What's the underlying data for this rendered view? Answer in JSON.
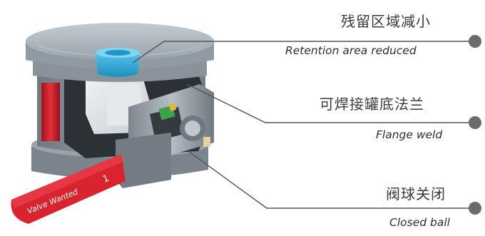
{
  "callouts": [
    {
      "zh": "残留区域减小",
      "en": "Retention area reduced"
    },
    {
      "zh": "可焊接罐底法兰",
      "en": "Flange weld"
    },
    {
      "zh": "阀球关闭",
      "en": "Closed ball"
    }
  ],
  "handle_brand": "Valve Wanted",
  "handle_mark": "1",
  "colors": {
    "handle": "#d9232e",
    "body": "#8e98a2",
    "top_cap": "#a9b3bc",
    "insert": "#2aa9d6",
    "leader": "#555555",
    "dot": "#6b6b6b"
  }
}
